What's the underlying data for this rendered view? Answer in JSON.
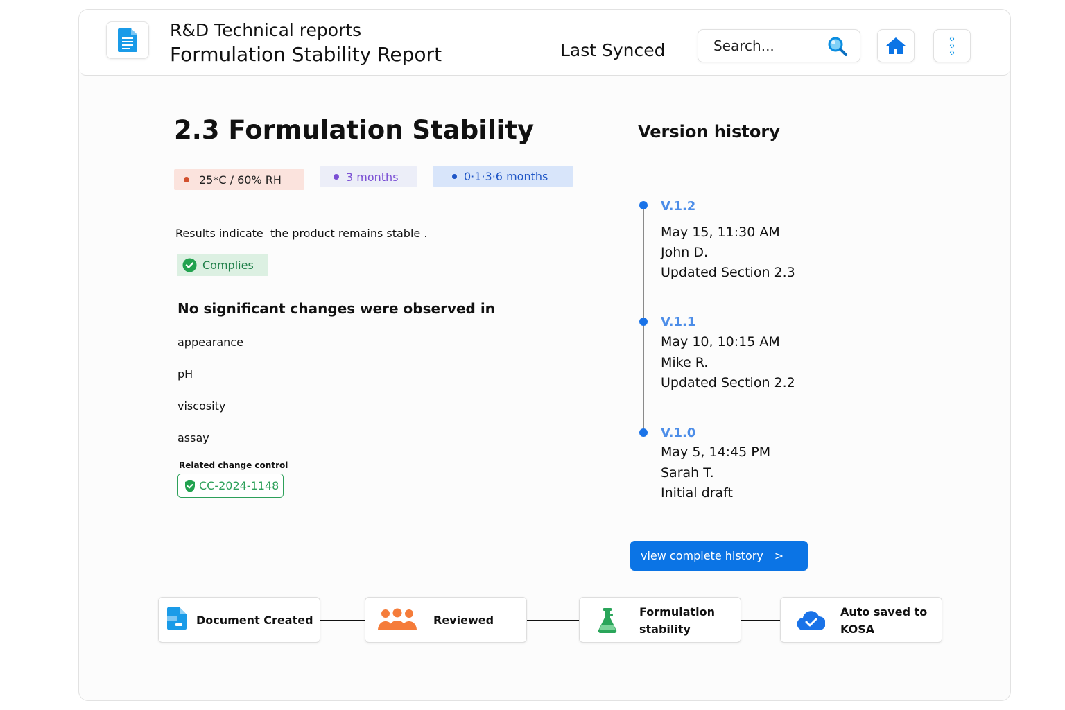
{
  "header": {
    "category": "R&D Technical reports",
    "title": "Formulation Stability Report",
    "sync_status": "Last Synced",
    "search_placeholder": "Search..."
  },
  "section": {
    "title": "2.3 Formulation Stability",
    "chips": [
      "25*C / 60% RH",
      "3 months",
      "0·1·3·6 months"
    ],
    "results_text": "Results indicate  the product remains stable .",
    "status": "Complies",
    "observations_heading": "No significant changes were observed in",
    "observations": [
      "appearance",
      "pH",
      "viscosity",
      "assay"
    ],
    "change_control_label": "Related change control",
    "change_control_id": "CC-2024-1148"
  },
  "version_history": {
    "title": "Version history",
    "versions": [
      {
        "version": "V.1.2",
        "date": "May 15, 11:30 AM",
        "author": "John D.",
        "note": "Updated Section 2.3"
      },
      {
        "version": "V.1.1",
        "date": "May 10, 10:15 AM",
        "author": "Mike R.",
        "note": "Updated Section 2.2"
      },
      {
        "version": "V.1.0",
        "date": "May 5, 14:45 PM",
        "author": "Sarah T.",
        "note": "Initial draft"
      }
    ],
    "button_label": "view complete history",
    "button_chevron": ">"
  },
  "workflow": {
    "steps": [
      {
        "label": "Document Created",
        "icon": "document-icon",
        "color": "#1a9be8"
      },
      {
        "label": "Reviewed",
        "icon": "people-icon",
        "color": "#f57c3a"
      },
      {
        "label": "Formulation stability",
        "icon": "flask-icon",
        "color": "#2aa55a"
      },
      {
        "label": "Auto saved to KOSA",
        "icon": "cloud-check-icon",
        "color": "#1a73e8"
      }
    ]
  },
  "colors": {
    "accent": "#0b74e5",
    "version_label": "#4c8de8",
    "success": "#2da05a"
  }
}
